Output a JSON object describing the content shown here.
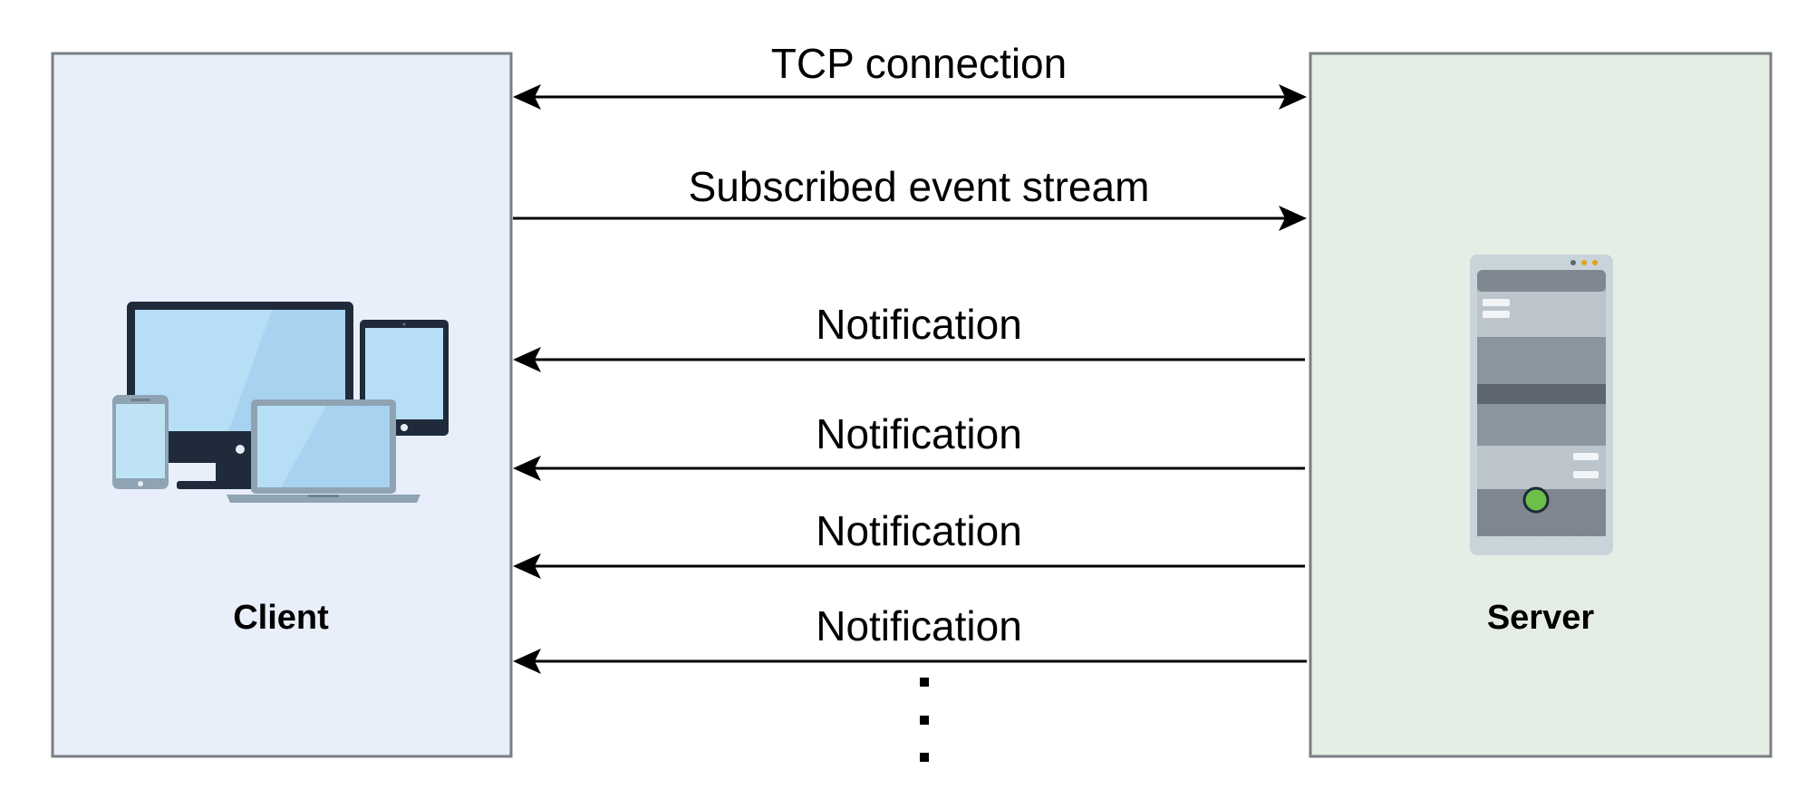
{
  "nodes": {
    "client": {
      "label": "Client",
      "fill": "#E8EFFB",
      "stroke": "#7A7F85",
      "icon": "devices-icon"
    },
    "server": {
      "label": "Server",
      "fill": "#E5EEE4",
      "stroke": "#7A7F85",
      "icon": "server-icon"
    }
  },
  "edges": [
    {
      "label": "TCP connection",
      "direction": "both",
      "from": "client",
      "to": "server"
    },
    {
      "label": "Subscribed event stream",
      "direction": "client-to-server",
      "from": "client",
      "to": "server"
    },
    {
      "label": "Notification",
      "direction": "server-to-client",
      "from": "server",
      "to": "client"
    },
    {
      "label": "Notification",
      "direction": "server-to-client",
      "from": "server",
      "to": "client"
    },
    {
      "label": "Notification",
      "direction": "server-to-client",
      "from": "server",
      "to": "client"
    },
    {
      "label": "Notification",
      "direction": "server-to-client",
      "from": "server",
      "to": "client"
    }
  ],
  "continuation": "vertical-ellipsis",
  "colors": {
    "line": "#000000",
    "device_screen": "#B6DEF7",
    "device_frame": "#1F2A3A",
    "server_body": "#A9B3BA",
    "server_led": "#6CC04A"
  }
}
